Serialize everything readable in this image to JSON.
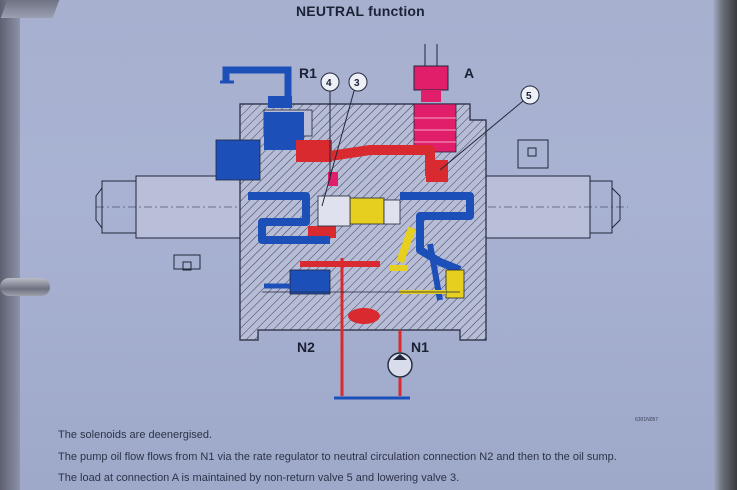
{
  "title": "NEUTRAL function",
  "labels": {
    "r1": "R1",
    "a": "A",
    "n1": "N1",
    "n2": "N2",
    "callout_3": "3",
    "callout_4": "4",
    "callout_5": "5"
  },
  "figure_code": "6301N057",
  "caption": [
    "The solenoids are deenergised.",
    "The pump oil flow flows from N1 via the rate regulator to neutral circulation connection N2 and then to the oil sump.",
    "The load at connection A is maintained by non-return valve 5 and lowering valve 3."
  ],
  "colors": {
    "pressure": "#d92a2f",
    "return": "#1d4fb8",
    "load": "#e01e6a",
    "control": "#e6cf1e",
    "body": "#b7bdd6",
    "outline": "#20273a"
  }
}
